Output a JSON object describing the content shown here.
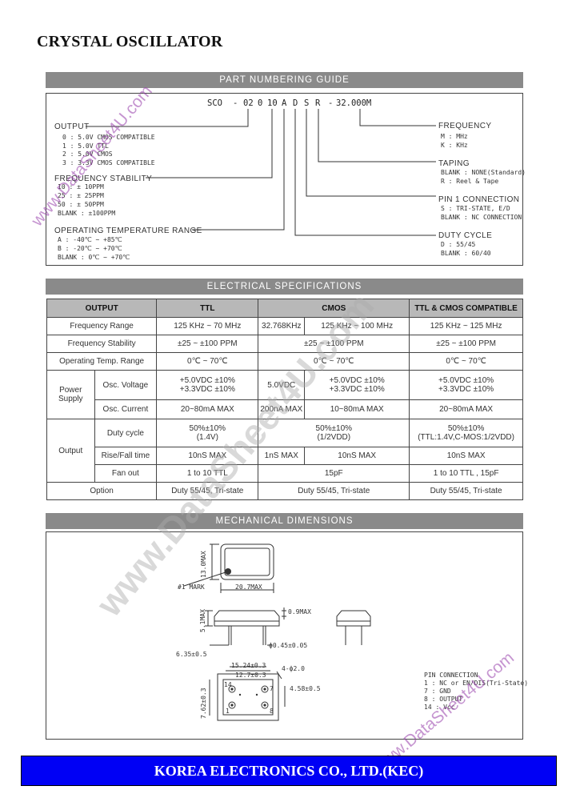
{
  "title": "CRYSTAL OSCILLATOR",
  "sections": {
    "part_numbering": "PART NUMBERING GUIDE",
    "electrical": "ELECTRICAL SPECIFICATIONS",
    "mechanical": "MECHANICAL DIMENSIONS"
  },
  "part_number": [
    "SCO",
    "-",
    "02",
    "0",
    "10",
    "A",
    "D",
    "S",
    "R",
    "-",
    "32.000M"
  ],
  "left_groups": {
    "output": {
      "title": "OUTPUT",
      "items": [
        "0 : 5.0V CMOS COMPATIBLE",
        "1 : 5.0V TTL",
        "2 : 5.0V CMOS",
        "3 : 3.3V CMOS COMPATIBLE"
      ]
    },
    "stability": {
      "title": "FREQUENCY STABILITY",
      "items": [
        "10   : ± 10PPM",
        "25   : ± 25PPM",
        "50   : ± 50PPM",
        "BLANK : ±100PPM"
      ]
    },
    "temp": {
      "title": "OPERATING TEMPERATURE RANGE",
      "items": [
        "A     : -40℃ ~ +85℃",
        "B     : -20℃ ~ +70℃",
        "BLANK : 0℃ ~ +70℃"
      ]
    }
  },
  "right_groups": {
    "frequency": {
      "title": "FREQUENCY",
      "items": [
        "M : MHz",
        "K : KHz"
      ]
    },
    "taping": {
      "title": "TAPING",
      "items": [
        "BLANK : NONE(Standard)",
        "R     : Reel & Tape"
      ]
    },
    "pin1": {
      "title": "PIN 1 CONNECTION",
      "items": [
        "S     : TRI-STATE, E/D",
        "BLANK : NC CONNECTION"
      ]
    },
    "duty": {
      "title": "DUTY CYCLE",
      "items": [
        "D     : 55/45",
        "BLANK : 60/40"
      ]
    }
  },
  "spec": {
    "headers": [
      "OUTPUT",
      "TTL",
      "CMOS",
      "TTL & CMOS COMPATIBLE"
    ],
    "freq_range": {
      "label": "Frequency Range",
      "ttl": "125 KHz ~ 70 MHz",
      "cmos_a": "32.768KHz",
      "cmos_b": "125 KHz ~ 100 MHz",
      "compat": "125 KHz ~ 125 MHz"
    },
    "freq_stab": {
      "label": "Frequency Stability",
      "ttl": "±25 ~ ±100 PPM",
      "cmos": "±25 ~ ±100 PPM",
      "compat": "±25 ~ ±100 PPM"
    },
    "temp": {
      "label": "Operating Temp. Range",
      "ttl": "0℃ ~ 70℃",
      "cmos": "0℃ ~ 70℃",
      "compat": "0℃ ~ 70℃"
    },
    "power": {
      "label_1": "Power",
      "label_2": "Supply",
      "osc_voltage": "Osc. Voltage",
      "osc_current": "Osc. Current",
      "ttl_v1": "+5.0VDC ±10%",
      "ttl_v2": "+3.3VDC ±10%",
      "cmos_v_a": "5.0VDC",
      "cmos_v1": "+5.0VDC ±10%",
      "cmos_v2": "+3.3VDC ±10%",
      "compat_v1": "+5.0VDC ±10%",
      "compat_v2": "+3.3VDC ±10%",
      "ttl_i": "20~80mA MAX",
      "cmos_i_a": "200nA MAX",
      "cmos_i_b": "10~80mA MAX",
      "compat_i": "20~80mA MAX"
    },
    "output": {
      "label": "Output",
      "duty": "Duty cycle",
      "rise": "Rise/Fall time",
      "fan": "Fan out",
      "ttl_d1": "50%±10%",
      "ttl_d2": "(1.4V)",
      "cmos_d1": "50%±10%",
      "cmos_d2": "(1/2VDD)",
      "compat_d1": "50%±10%",
      "compat_d2": "(TTL:1.4V,C-MOS:1/2VDD)",
      "ttl_r": "10nS MAX",
      "cmos_r_a": "1nS MAX",
      "cmos_r_b": "10nS MAX",
      "compat_r": "10nS MAX",
      "ttl_f": "1 to 10 TTL",
      "cmos_f": "15pF",
      "compat_f": "1 to 10 TTL , 15pF"
    },
    "option": {
      "label": "Option",
      "ttl": "Duty 55/45, Tri-state",
      "cmos": "Duty 55/45, Tri-state",
      "compat": "Duty 55/45, Tri-state"
    }
  },
  "mech": {
    "height_top": "13.0MAX",
    "pin1_mark": "#1 MARK",
    "width": "20.7MAX",
    "height_side": "5.1MAX",
    "lead": "0.9MAX",
    "pin_dia": "ф0.45±0.05",
    "pin_len": "6.35±0.5",
    "pitch_x": "15.24±0.3",
    "pitch_x2": "12.7±0.3",
    "hole": "4-ф2.0",
    "pitch_y": "7.62±0.3",
    "pitch_y2": "4.58±0.5",
    "pin_numbers": [
      "1",
      "7",
      "8",
      "14"
    ],
    "pin_title": "PIN CONNECTION",
    "pins": [
      "1 : NC or EN/DIS(Tri-State)",
      "7 : GND",
      "8 : OUTPUT",
      "14 : Vcc"
    ]
  },
  "watermark": "www.DataSheet4U.com",
  "footer": "KOREA ELECTRONICS CO., LTD.(KEC)"
}
